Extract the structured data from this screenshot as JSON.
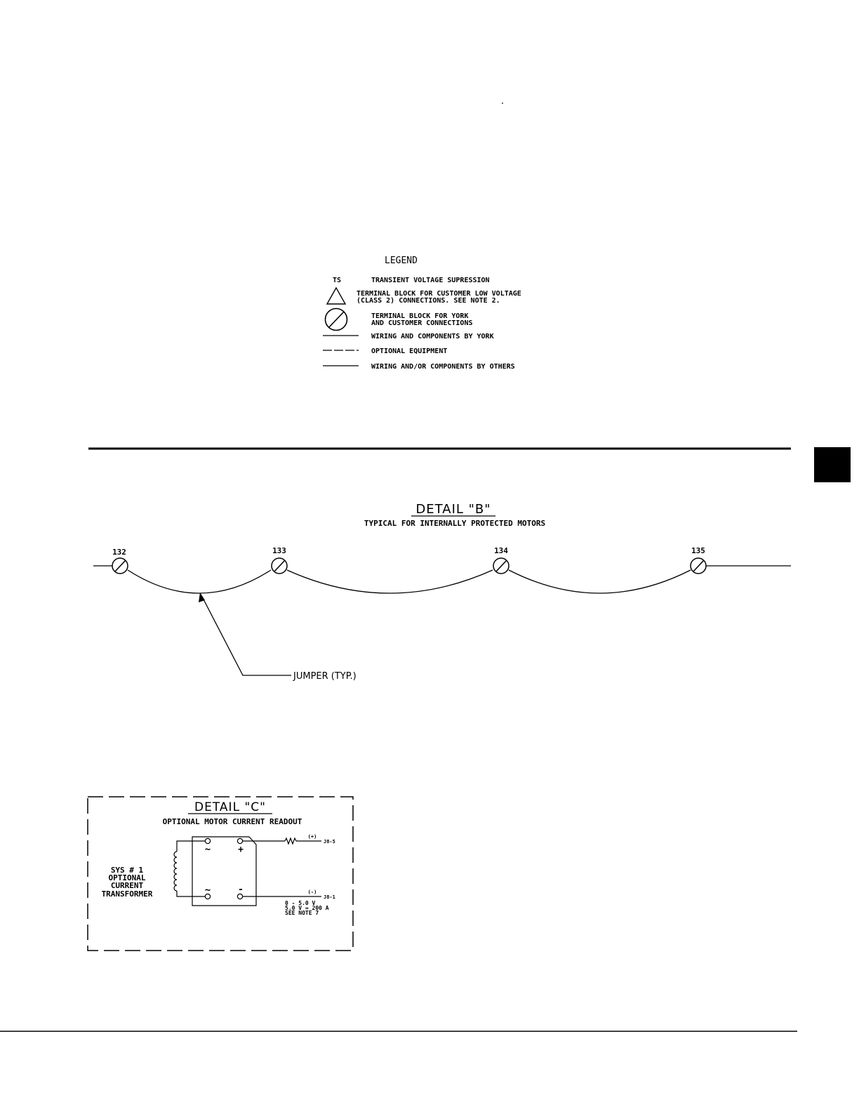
{
  "legend": {
    "title": "LEGEND",
    "items": [
      {
        "symbol": "TS",
        "line1": "TRANSIENT VOLTAGE SUPRESSION",
        "line2": ""
      },
      {
        "symbol": "triangle-icon",
        "line1": "TERMINAL BLOCK FOR CUSTOMER LOW VOLTAGE",
        "line2": "(CLASS 2) CONNECTIONS. SEE NOTE 2."
      },
      {
        "symbol": "terminal-circle-icon",
        "line1": "TERMINAL BLOCK FOR YORK",
        "line2": "AND CUSTOMER CONNECTIONS"
      },
      {
        "symbol": "solid-line",
        "line1": "WIRING AND COMPONENTS BY YORK",
        "line2": ""
      },
      {
        "symbol": "dashed-line",
        "line1": "OPTIONAL EQUIPMENT",
        "line2": ""
      },
      {
        "symbol": "solid-line",
        "line1": "WIRING AND/OR COMPONENTS BY OTHERS",
        "line2": ""
      }
    ]
  },
  "detail_b": {
    "title": "DETAIL \"B\"",
    "subtitle": "TYPICAL FOR INTERNALLY PROTECTED MOTORS",
    "terminals": [
      "132",
      "133",
      "134",
      "135"
    ],
    "jumper_label": "JUMPER (TYP.)"
  },
  "detail_c": {
    "title": "DETAIL \"C\"",
    "subtitle": "OPTIONAL MOTOR CURRENT READOUT",
    "ct_label": [
      "SYS # 1",
      "OPTIONAL",
      "CURRENT",
      "TRANSFORMER"
    ],
    "plus_terminal": "(+)",
    "minus_terminal": "(-)",
    "plus_pin": "J8-5",
    "minus_pin": "J8-1",
    "ac_symbol": "~",
    "plus_symbol": "+",
    "minus_symbol": "-",
    "notes": [
      "0 - 5.0 V",
      "5.0 V = 200 A",
      "SEE NOTE 7"
    ]
  }
}
